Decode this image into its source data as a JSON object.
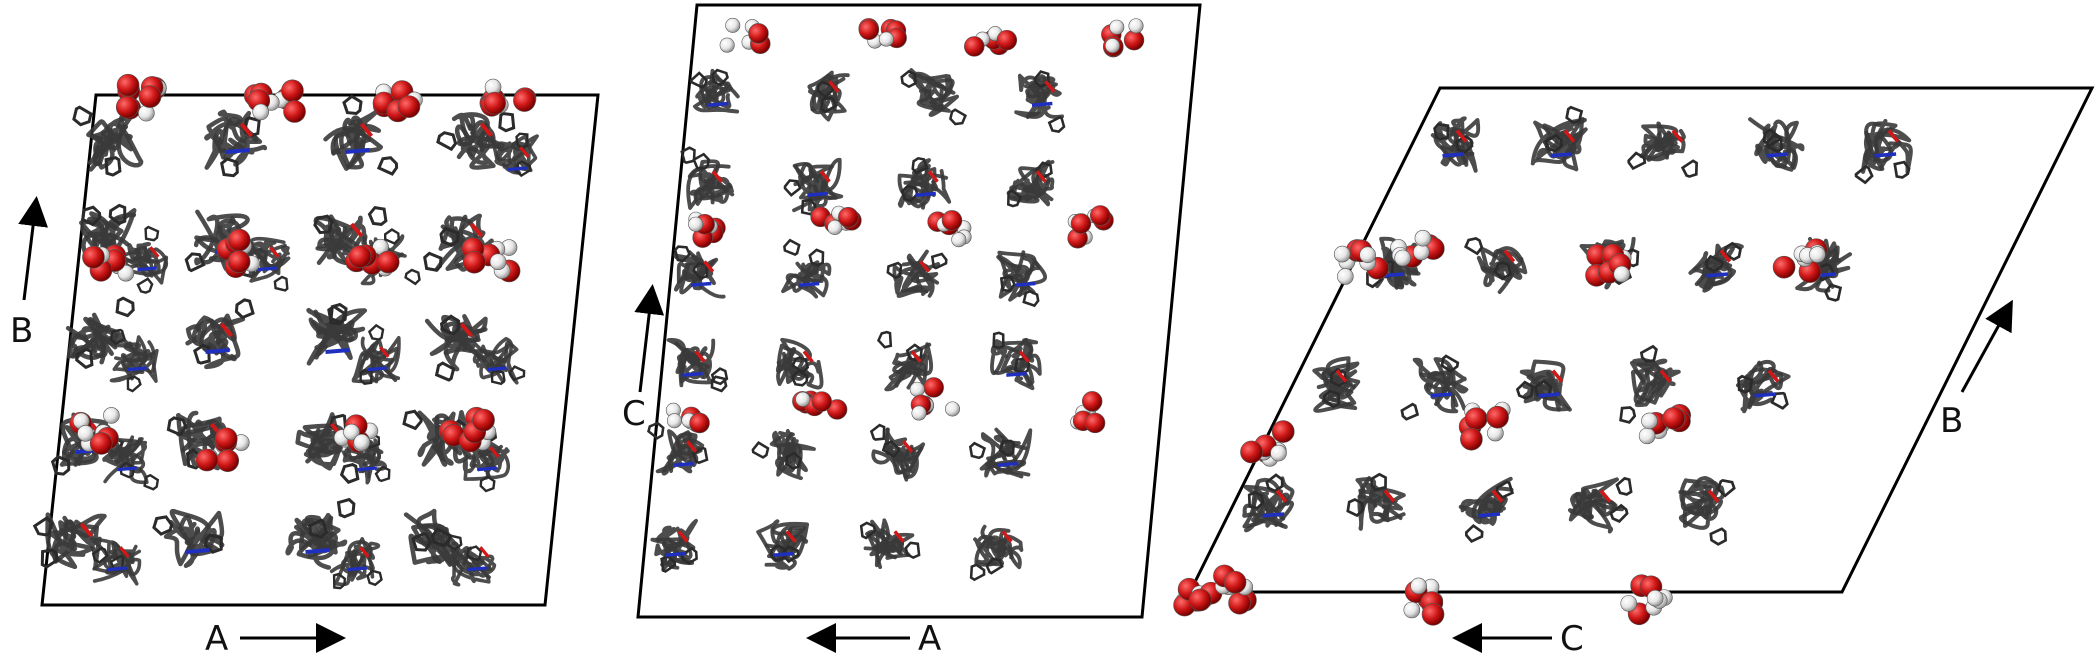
{
  "panels": [
    {
      "name": "panel-left",
      "axes": [
        {
          "name": "axis-a",
          "label": "A",
          "direction": "right"
        },
        {
          "name": "axis-b",
          "label": "B",
          "direction": "up"
        }
      ]
    },
    {
      "name": "panel-middle",
      "axes": [
        {
          "name": "axis-a",
          "label": "A",
          "direction": "left"
        },
        {
          "name": "axis-c",
          "label": "C",
          "direction": "up"
        }
      ]
    },
    {
      "name": "panel-right",
      "axes": [
        {
          "name": "axis-c",
          "label": "C",
          "direction": "left"
        },
        {
          "name": "axis-b",
          "label": "B",
          "direction": "up-right"
        }
      ]
    }
  ],
  "colors": {
    "backbone": "#3a3a3a",
    "oxygen": "#d01818",
    "hydrogen": "#eeeeee",
    "nitrogen": "#1f2fbf",
    "cell_border": "#000000"
  }
}
